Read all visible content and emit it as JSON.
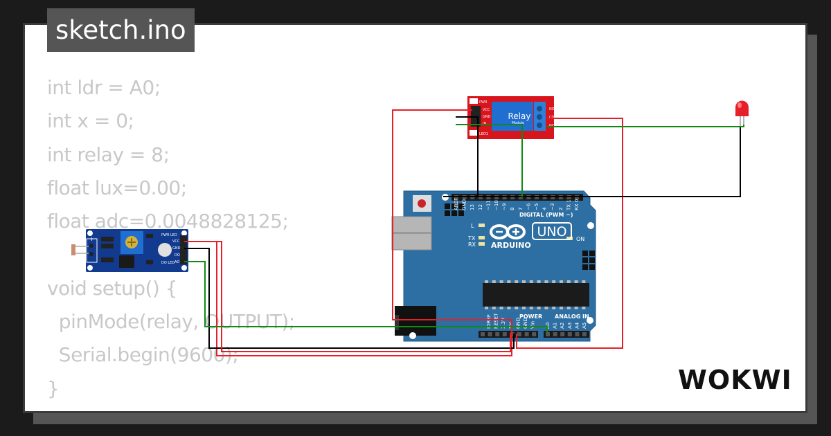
{
  "file_tab": {
    "name": "sketch.ino"
  },
  "code_lines": [
    "int ldr = A0;",
    "int x = 0;",
    "int relay = 8;",
    "float lux=0.00;",
    "float adc=0.0048828125;",
    "",
    "void setup() {",
    "  pinMode(relay, OUTPUT);",
    "  Serial.begin(9600);",
    "}"
  ],
  "relay_module": {
    "title": "Relay",
    "subtitle": "Module",
    "pins": [
      "VCC",
      "GND",
      "IN"
    ],
    "leds": [
      "PWR",
      "LED1"
    ],
    "terminals": [
      "NO",
      "COM",
      "NC"
    ]
  },
  "ldr_module": {
    "pins": [
      "VCC",
      "GND",
      "DO",
      "AO"
    ],
    "led_labels": [
      "PWR LED",
      "DO LED"
    ]
  },
  "arduino": {
    "model": "UNO",
    "brand": "ARDUINO",
    "digital_header_label": "DIGITAL (PWM ~)",
    "digital_pins": [
      "AREF",
      "GND",
      "13",
      "12",
      "~11",
      "~10",
      "~9",
      "8",
      "7",
      "~6",
      "~5",
      "4",
      "~3",
      "2",
      "TX 1",
      "RX 0"
    ],
    "power_header_label": "POWER",
    "power_pins": [
      "IOREF",
      "RESET",
      "3.3V",
      "5V",
      "GND",
      "GND",
      "Vin"
    ],
    "analog_header_label": "ANALOG IN",
    "analog_pins": [
      "A0",
      "A1",
      "A2",
      "A3",
      "A4",
      "A5"
    ],
    "led_labels": [
      "L",
      "TX",
      "RX",
      "ON"
    ]
  },
  "brand_logo": "WOKWI",
  "colors": {
    "wire_red": "#e5202a",
    "wire_black": "#000000",
    "wire_green": "#118a11",
    "board_blue": "#2e6fa3",
    "relay_red": "#d8141c"
  }
}
